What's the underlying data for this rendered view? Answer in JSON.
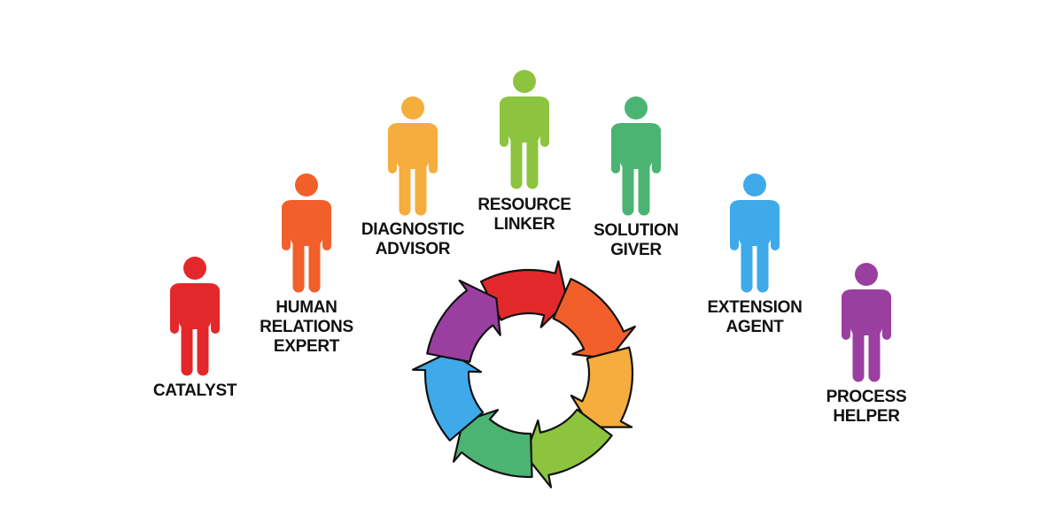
{
  "roles": [
    {
      "label_lines": [
        "CATALYST"
      ],
      "color": "#e3282b"
    },
    {
      "label_lines": [
        "HUMAN",
        "RELATIONS",
        "EXPERT"
      ],
      "color": "#f35f2a"
    },
    {
      "label_lines": [
        "DIAGNOSTIC",
        "ADVISOR"
      ],
      "color": "#f5ad3d"
    },
    {
      "label_lines": [
        "RESOURCE",
        "LINKER"
      ],
      "color": "#8dc43f"
    },
    {
      "label_lines": [
        "SOLUTION",
        "GIVER"
      ],
      "color": "#4bb472"
    },
    {
      "label_lines": [
        "EXTENSION",
        "AGENT"
      ],
      "color": "#3eaaea"
    },
    {
      "label_lines": [
        "PROCESS",
        "HELPER"
      ],
      "color": "#9a3fa0"
    }
  ],
  "cycle": {
    "arrow_colors": [
      "#e3282b",
      "#f35f2a",
      "#f5ad3d",
      "#8dc43f",
      "#4bb472",
      "#3eaaea",
      "#9a3fa0"
    ]
  }
}
